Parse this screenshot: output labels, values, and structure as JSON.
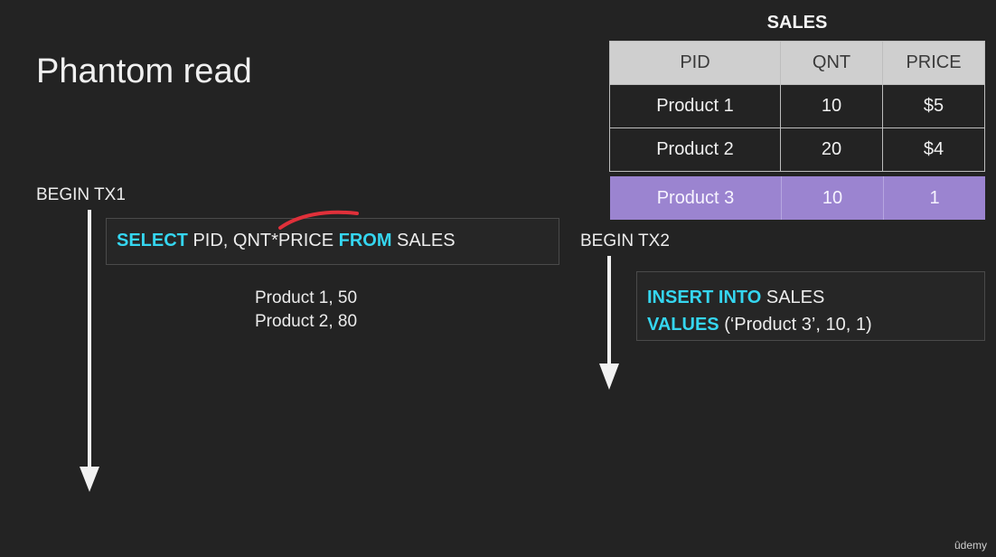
{
  "slide": {
    "title": "Phantom read"
  },
  "tx1": {
    "label": "BEGIN TX1",
    "query": {
      "kw1": "SELECT",
      "text1": " PID, QNT*PRICE ",
      "kw2": "FROM",
      "text2": " SALES"
    },
    "results": [
      "Product 1, 50",
      "Product 2, 80"
    ]
  },
  "tx2": {
    "label": "BEGIN TX2",
    "query": {
      "line1_kw": "INSERT INTO",
      "line1_text": " SALES",
      "line2_kw": "VALUES",
      "line2_text": " (‘Product 3’, 10, 1)"
    }
  },
  "sales_table": {
    "title": "SALES",
    "headers": [
      "PID",
      "QNT",
      "PRICE"
    ],
    "rows": [
      [
        "Product 1",
        "10",
        "$5"
      ],
      [
        "Product 2",
        "20",
        "$4"
      ]
    ],
    "inserted_row": [
      "Product 3",
      "10",
      "1"
    ],
    "inserted_row_color": "#9b84d0"
  },
  "colors": {
    "background": "#232323",
    "keyword": "#35d6f0",
    "annotation": "#e0303a"
  },
  "watermark": "ûdemy"
}
